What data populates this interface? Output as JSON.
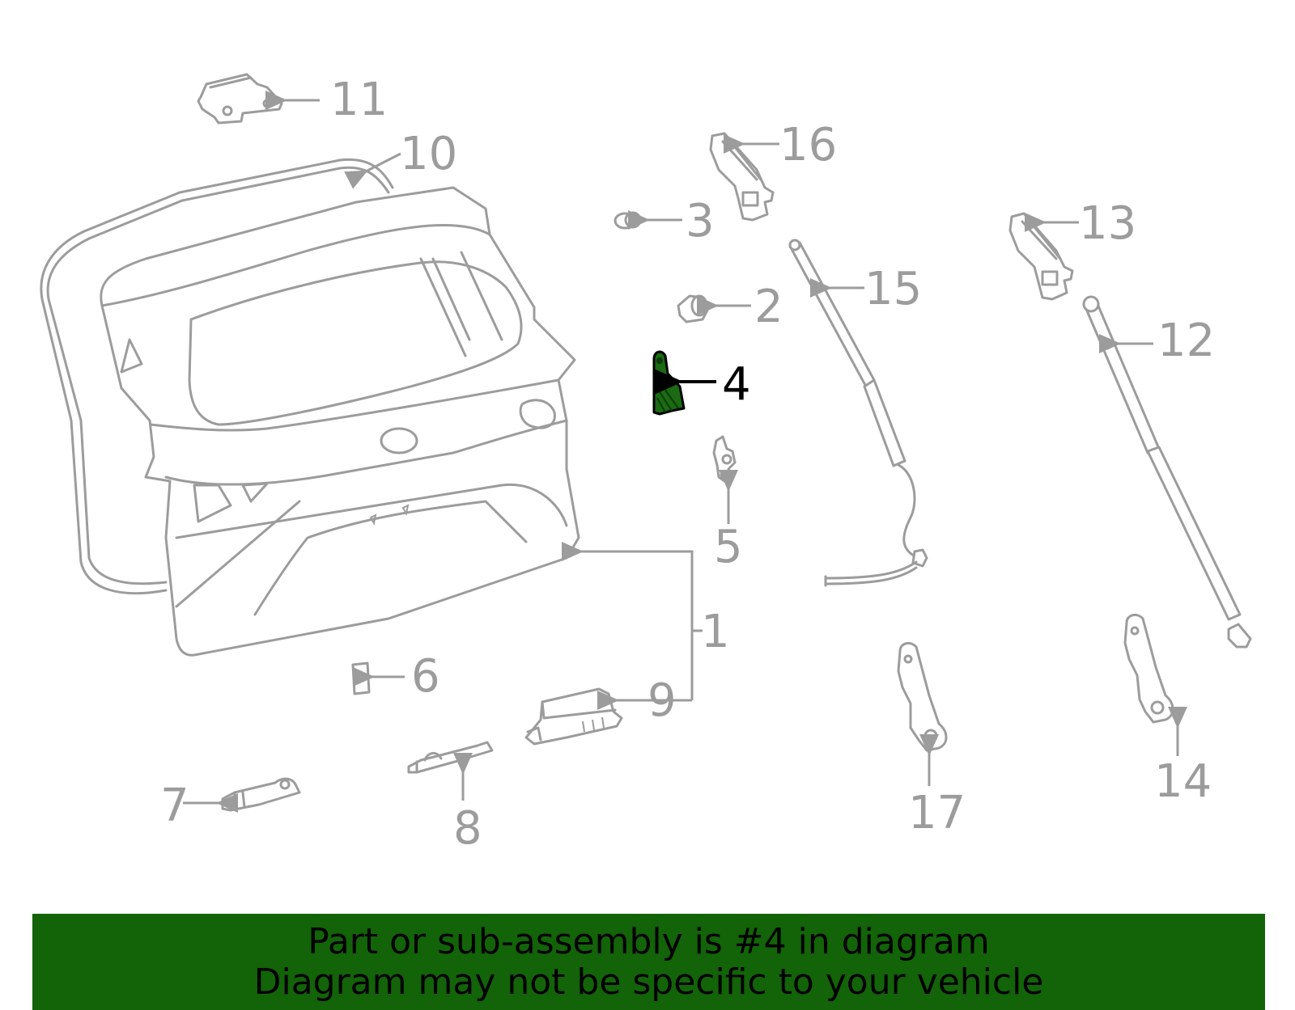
{
  "diagram": {
    "callouts": [
      "1",
      "2",
      "3",
      "4",
      "5",
      "6",
      "7",
      "8",
      "9",
      "10",
      "11",
      "12",
      "13",
      "14",
      "15",
      "16",
      "17"
    ],
    "highlighted": "4",
    "highlight_color": "#1a6b12",
    "line_color": "#9c9c9c"
  },
  "banner": {
    "line1": "Part or sub-assembly is #4 in diagram",
    "line2": "Diagram may not be specific to your vehicle",
    "background": "#136309"
  }
}
